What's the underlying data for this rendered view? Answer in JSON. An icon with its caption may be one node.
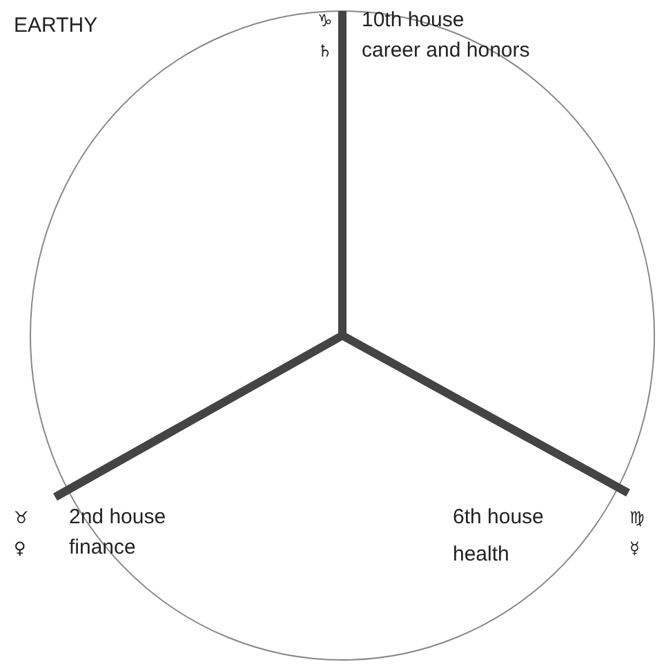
{
  "diagram": {
    "title": "EARTHY",
    "labels": [
      "♑",
      "10th house",
      "♄",
      "career and honors",
      "♉",
      "2nd house",
      "6th house",
      "♍",
      "♀",
      "finance",
      "health",
      "☿"
    ]
  }
}
